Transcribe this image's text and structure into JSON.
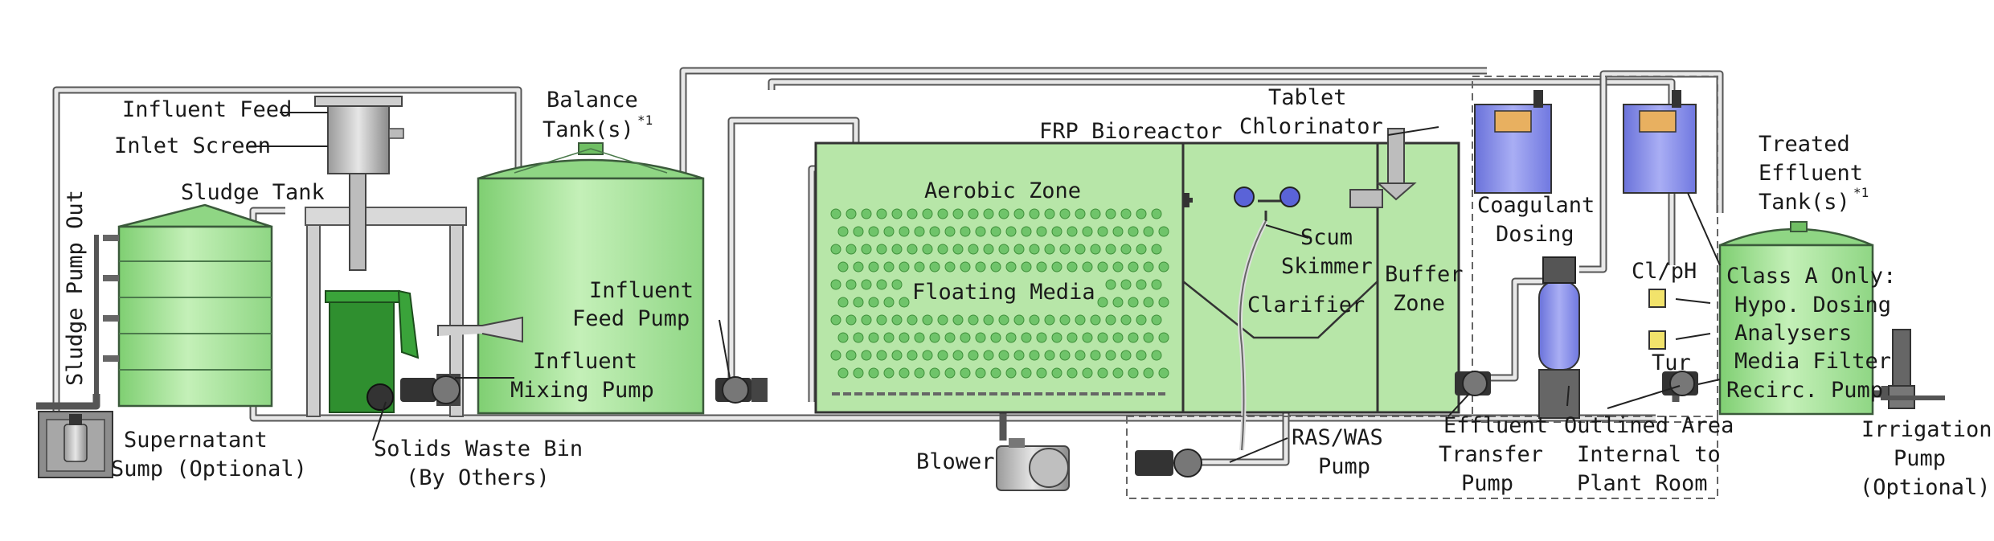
{
  "colors": {
    "tank_green": "#a9e29a",
    "tank_green_dark": "#6fbf63",
    "bioreactor_green": "#b7e6a8",
    "media_green": "#6fc46a",
    "dosing_blue": "#7f86e6",
    "bin_green": "#2f8f2f",
    "pipe_grey": "#555555",
    "label_yellow": "#f2e36b"
  },
  "labels": {
    "sludge_pump_out": "Sludge Pump Out",
    "influent_feed": "Influent Feed",
    "inlet_screen": "Inlet Screen",
    "sludge_tank": "Sludge Tank",
    "balance_tank": "Balance",
    "balance_tank_2": "Tank(s)",
    "balance_tank_note": "*1",
    "influent_feed_pump_1": "Influent",
    "influent_feed_pump_2": "Feed Pump",
    "influent_mixing_pump_1": "Influent",
    "influent_mixing_pump_2": "Mixing Pump",
    "supernatant_sump_1": "Supernatant",
    "supernatant_sump_2": "Sump (Optional)",
    "solids_waste_bin_1": "Solids Waste Bin",
    "solids_waste_bin_2": "(By Others)",
    "frp_bioreactor": "FRP Bioreactor",
    "aerobic_zone": "Aerobic Zone",
    "floating_media": "Floating Media",
    "tablet_chlorinator_1": "Tablet",
    "tablet_chlorinator_2": "Chlorinator",
    "scum_skimmer_1": "Scum",
    "scum_skimmer_2": "Skimmer",
    "clarifier": "Clarifier",
    "buffer_zone_1": "Buffer",
    "buffer_zone_2": "Zone",
    "blower": "Blower",
    "ras_was_pump_1": "RAS/WAS",
    "ras_was_pump_2": "Pump",
    "coagulant_dosing_1": "Coagulant",
    "coagulant_dosing_2": "Dosing",
    "effluent_transfer_pump_1": "Effluent",
    "effluent_transfer_pump_2": "Transfer",
    "effluent_transfer_pump_3": "Pump",
    "outlined_area_1": "Outlined Area",
    "outlined_area_2": "Internal to",
    "outlined_area_3": "Plant Room",
    "cl_ph": "Cl/pH",
    "tur": "Tur",
    "treated_effluent_1": "Treated",
    "treated_effluent_2": "Effluent",
    "treated_effluent_3": "Tank(s)",
    "treated_effluent_note": "*1",
    "class_a_1": "Class A Only:",
    "class_a_2": "Hypo. Dosing",
    "class_a_3": "Analysers",
    "class_a_4": "Media Filter",
    "class_a_5": "Recirc. Pump",
    "irrigation_pump_1": "Irrigation",
    "irrigation_pump_2": "Pump",
    "irrigation_pump_3": "(Optional)"
  }
}
